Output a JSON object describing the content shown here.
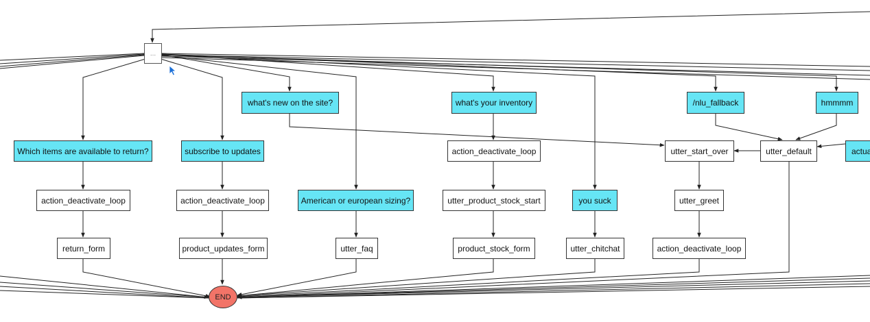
{
  "nodes": {
    "start": "...",
    "return_q": "Which items are available to return?",
    "return_deact": "action_deactivate_loop",
    "return_form": "return_form",
    "subscribe": "subscribe to updates",
    "sub_deact": "action_deactivate_loop",
    "sub_form": "product_updates_form",
    "whats_new": "what's new on the site?",
    "sizing": "American or european sizing?",
    "utter_faq": "utter_faq",
    "inventory": "what's your inventory",
    "inv_deact": "action_deactivate_loop",
    "stock_start": "utter_product_stock_start",
    "stock_form": "product_stock_form",
    "suck": "you suck",
    "chitchat": "utter_chitchat",
    "nlu_fallback": "/nlu_fallback",
    "start_over": "utter_start_over",
    "greet": "utter_greet",
    "greet_deact": "action_deactivate_loop",
    "hmmmm": "hmmmm",
    "utter_default": "utter_default",
    "actual": "actua",
    "end": "END"
  },
  "colors": {
    "intent": "#66e5f5",
    "action": "#ffffff",
    "end": "#f27468",
    "edge": "#222222",
    "cursor": "#1a6fd8"
  },
  "icons": {
    "cursor": "mouse-pointer-icon"
  }
}
